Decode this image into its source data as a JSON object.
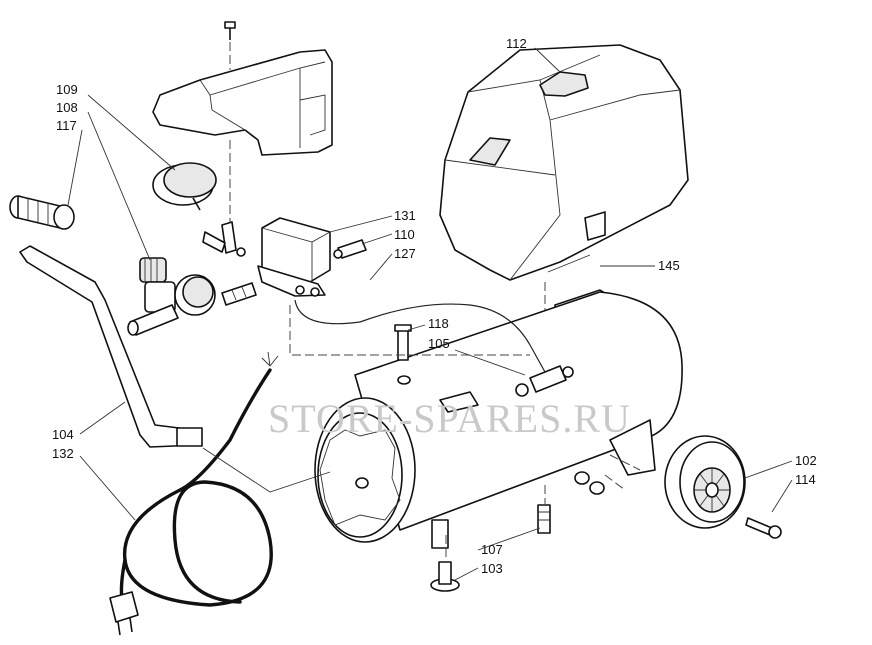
{
  "watermark": "STORE-SPARES.RU",
  "labels": {
    "l112": "112",
    "l109": "109",
    "l108": "108",
    "l117": "117",
    "l131": "131",
    "l110": "110",
    "l127": "127",
    "l145": "145",
    "l118": "118",
    "l105": "105",
    "l104": "104",
    "l132": "132",
    "l102": "102",
    "l114": "114",
    "l107": "107",
    "l103": "103"
  }
}
